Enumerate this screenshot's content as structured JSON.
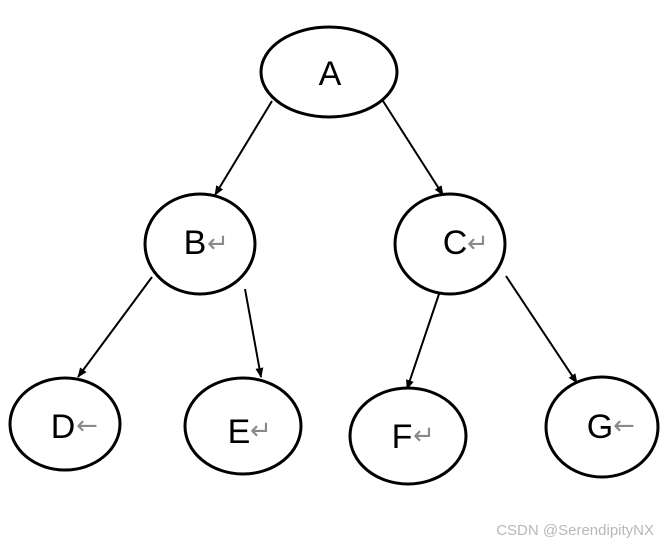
{
  "nodes": [
    {
      "id": "A",
      "label": "A",
      "mark": ""
    },
    {
      "id": "B",
      "label": "B",
      "mark": "↵"
    },
    {
      "id": "C",
      "label": "C",
      "mark": "↵"
    },
    {
      "id": "D",
      "label": "D",
      "mark": "←"
    },
    {
      "id": "E",
      "label": "E",
      "mark": "↵"
    },
    {
      "id": "F",
      "label": "F",
      "mark": "↵"
    },
    {
      "id": "G",
      "label": "G",
      "mark": "←"
    }
  ],
  "edges": [
    {
      "from": "A",
      "to": "B"
    },
    {
      "from": "A",
      "to": "C"
    },
    {
      "from": "B",
      "to": "D"
    },
    {
      "from": "B",
      "to": "E"
    },
    {
      "from": "C",
      "to": "F"
    },
    {
      "from": "C",
      "to": "G"
    }
  ],
  "watermark": "CSDN @SerendipityNX",
  "colors": {
    "stroke": "#000000",
    "mark": "#8a8a8a",
    "watermark": "#b8b8b8"
  }
}
